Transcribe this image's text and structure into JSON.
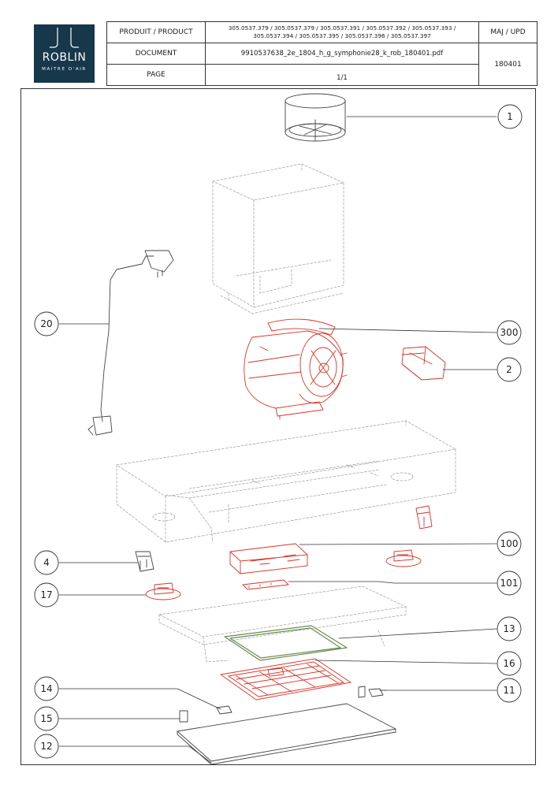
{
  "logo": {
    "brand": "ROBLIN",
    "tagline": "MAITRE D'AIR"
  },
  "header": {
    "product_label": "PRODUIT / PRODUCT",
    "product_value": "305.0537.379 / 305.0537.379 / 305.0537.391 / 305.0537.392 / 305.0537.393 / 305.0537.394 / 305.0537.395 / 305.0537.396 / 305.0537.397",
    "document_label": "DOCUMENT",
    "document_value": "9910537638_2e_1804_h_g_symphonie28_k_rob_180401.pdf",
    "page_label": "PAGE",
    "page_value": "1/1",
    "upd_label": "MAJ / UPD",
    "upd_value": "180401"
  },
  "callouts": [
    "1",
    "20",
    "300",
    "2",
    "100",
    "4",
    "101",
    "17",
    "13",
    "16",
    "14",
    "11",
    "15",
    "12"
  ],
  "colors": {
    "highlight": "#d9352a",
    "filter_frame": "#6a8a50",
    "line": "#888888",
    "logo_bg": "#17374a"
  }
}
